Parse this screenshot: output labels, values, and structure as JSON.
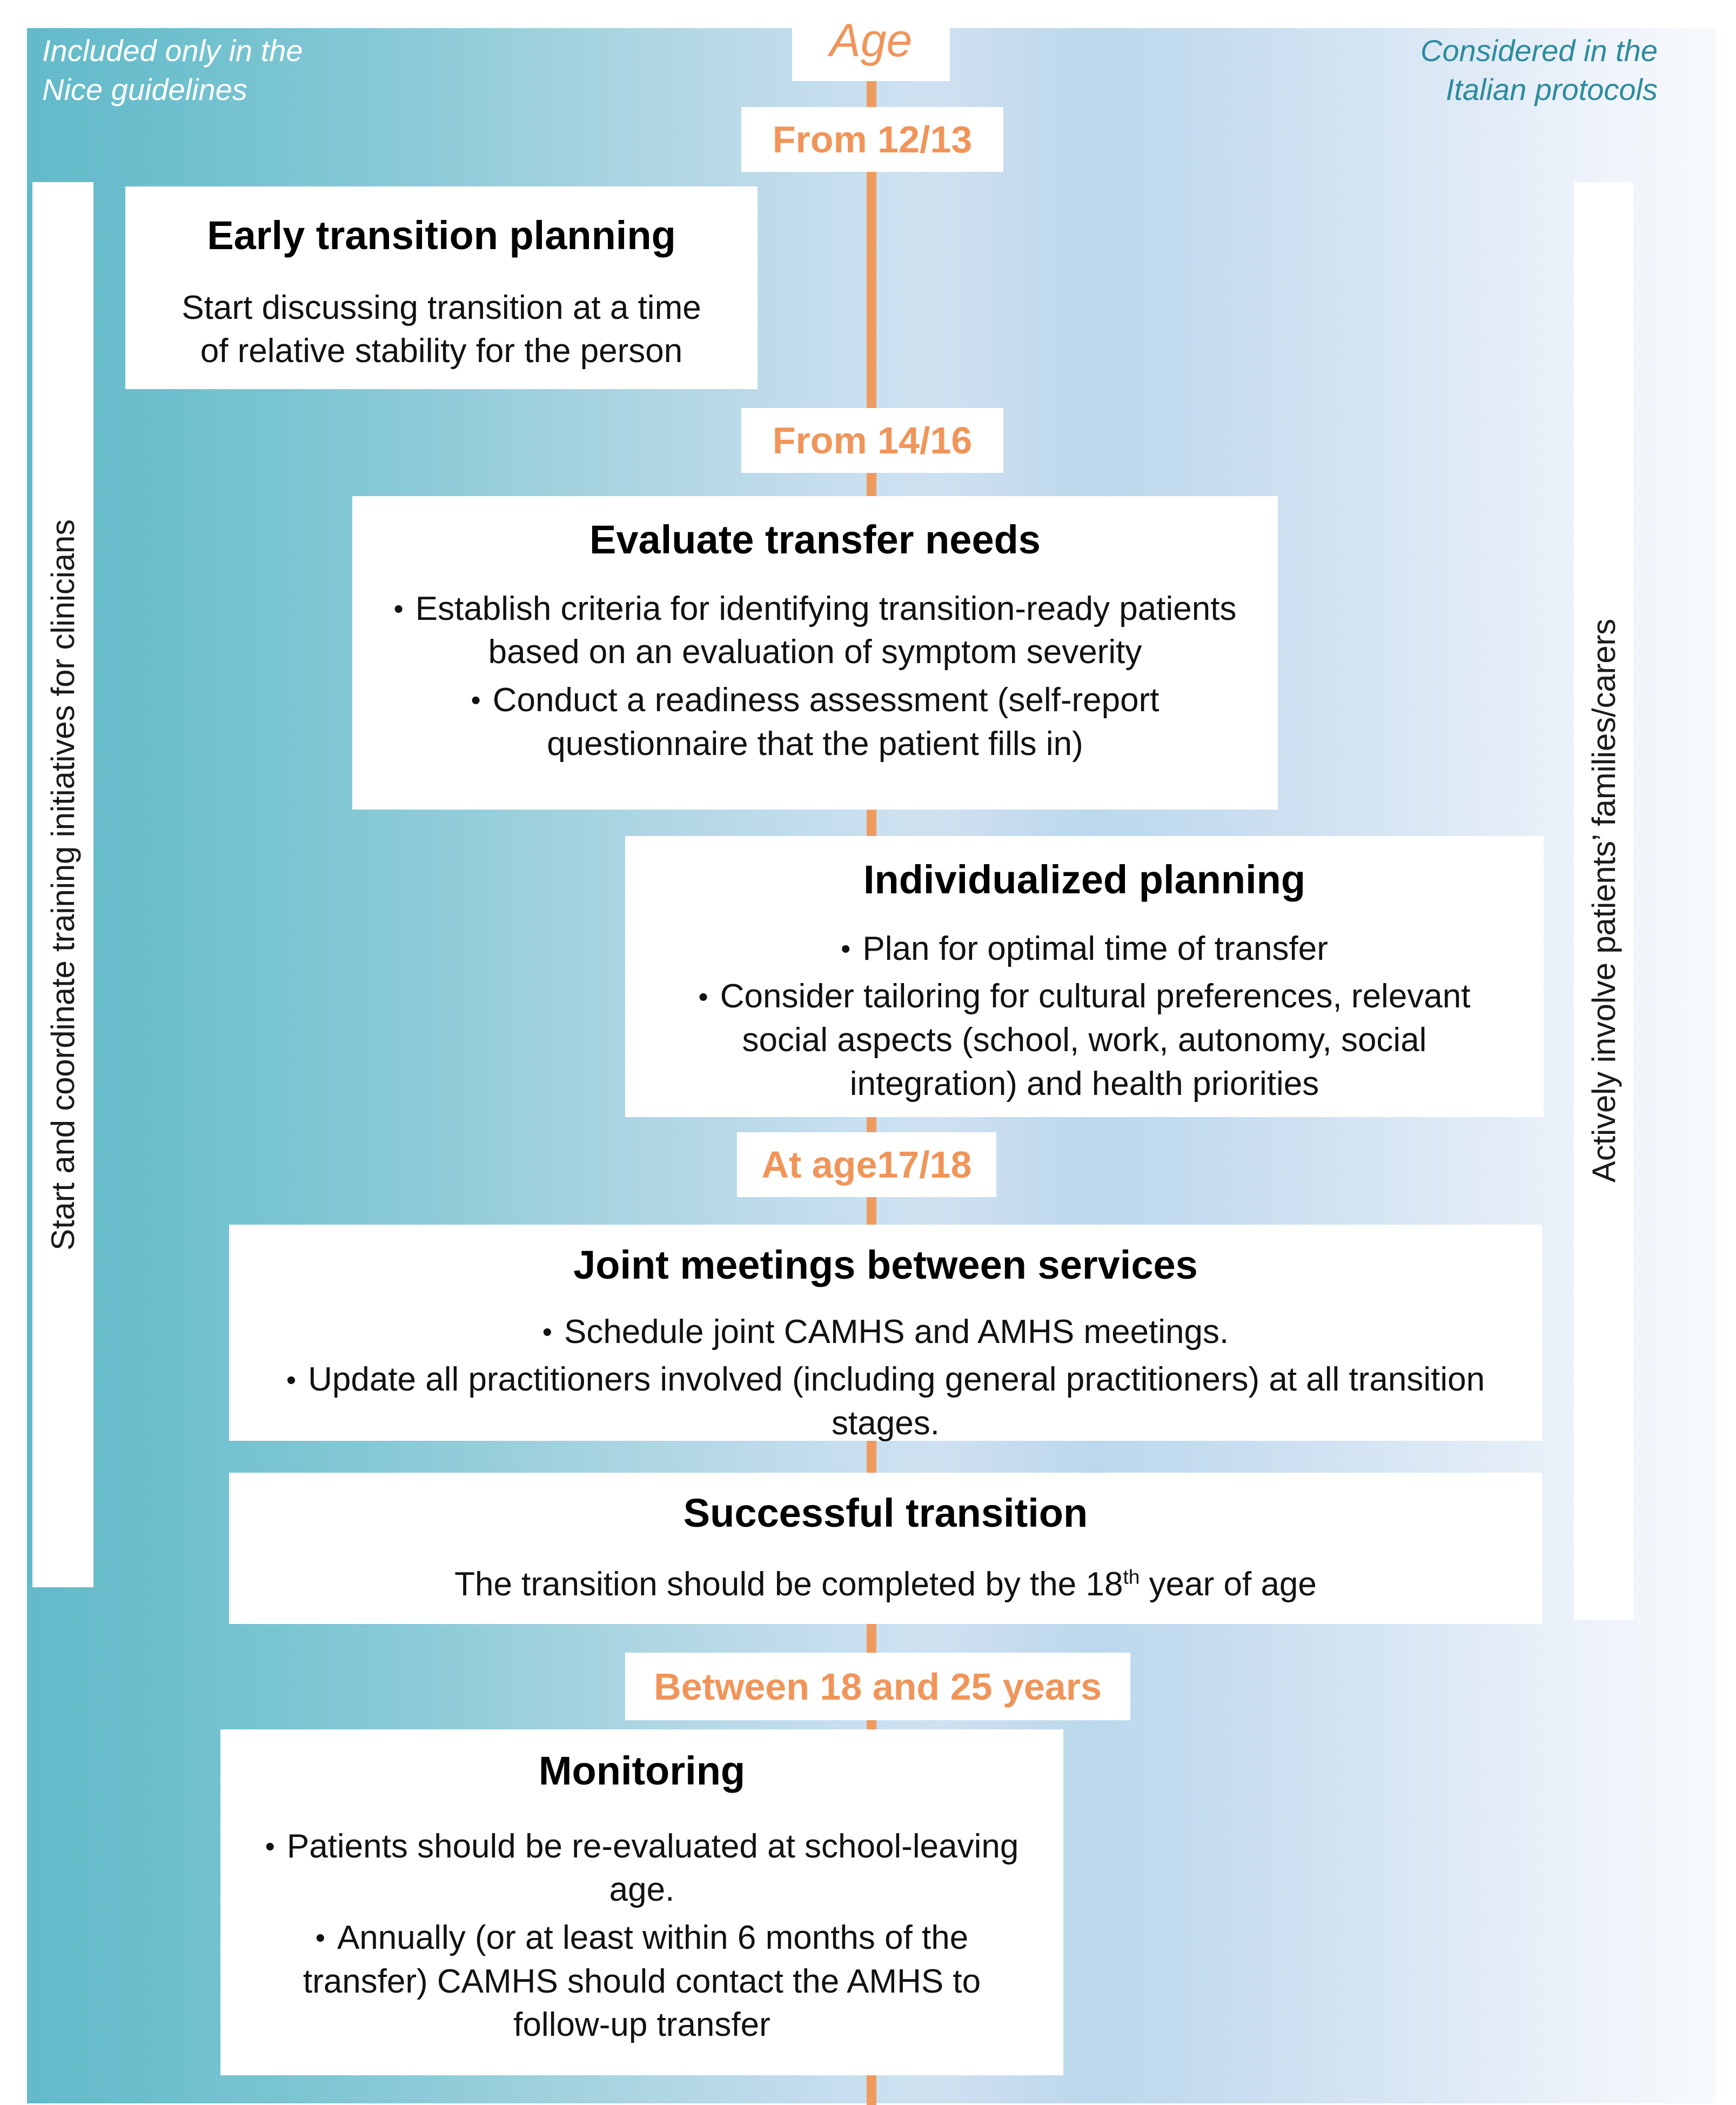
{
  "captions": {
    "left": "Included only in the\nNice guidelines",
    "right": "Considered in the\nItalian protocols"
  },
  "side_panels": {
    "left_label": "Start and coordinate training initiatives for clinicians",
    "right_label": "Actively involve patients’ families/carers"
  },
  "timeline": {
    "axis_label": "Age",
    "color": "#ef9a5f",
    "markers": [
      {
        "id": "marker-1",
        "label": "From 12/13"
      },
      {
        "id": "marker-2",
        "label": "From 14/16"
      },
      {
        "id": "marker-3",
        "label": "At age17/18"
      },
      {
        "id": "marker-4",
        "label": "Between 18 and 25 years"
      }
    ]
  },
  "stages": [
    {
      "id": "early-transition-planning",
      "title": "Early transition planning",
      "body_lines": [
        "Start discussing transition at a time",
        "of relative stability  for the person"
      ],
      "bullets": []
    },
    {
      "id": "evaluate-transfer-needs",
      "title": "Evaluate transfer needs",
      "body_lines": [],
      "bullets": [
        "Establish criteria for identifying  transition-ready patients based on an evaluation of symptom severity",
        "Conduct a readiness assessment (self-report questionnaire that the patient fills in)"
      ]
    },
    {
      "id": "individualized-planning",
      "title": "Individualized planning",
      "body_lines": [],
      "bullets": [
        "Plan for optimal time of transfer",
        "Consider tailoring for cultural preferences, relevant social aspects (school, work,  autonomy,  social integration) and health priorities"
      ]
    },
    {
      "id": "joint-meetings-between-services",
      "title": "Joint meetings between services",
      "body_lines": [],
      "bullets": [
        "Schedule joint CAMHS and AMHS meetings.",
        "Update all practitioners involved (including  general practitioners) at all transition stages."
      ]
    },
    {
      "id": "successful-transition",
      "title": "Successful transition",
      "body_html": "The transition should be completed by the 18<sup>th</sup> year of age",
      "bullets": []
    },
    {
      "id": "monitoring",
      "title": "Monitoring",
      "body_lines": [],
      "bullets": [
        "Patients should be re-evaluated at school-leaving age.",
        "Annually  (or at least within  6 months  of the transfer) CAMHS should  contact the AMHS to follow-up  transfer"
      ]
    }
  ],
  "colors": {
    "accent_orange": "#ef9a5f",
    "teal_left": "#63bac9",
    "teal_caption": "#2d8b9e",
    "box_white": "#ffffff",
    "text_black": "#111111"
  }
}
